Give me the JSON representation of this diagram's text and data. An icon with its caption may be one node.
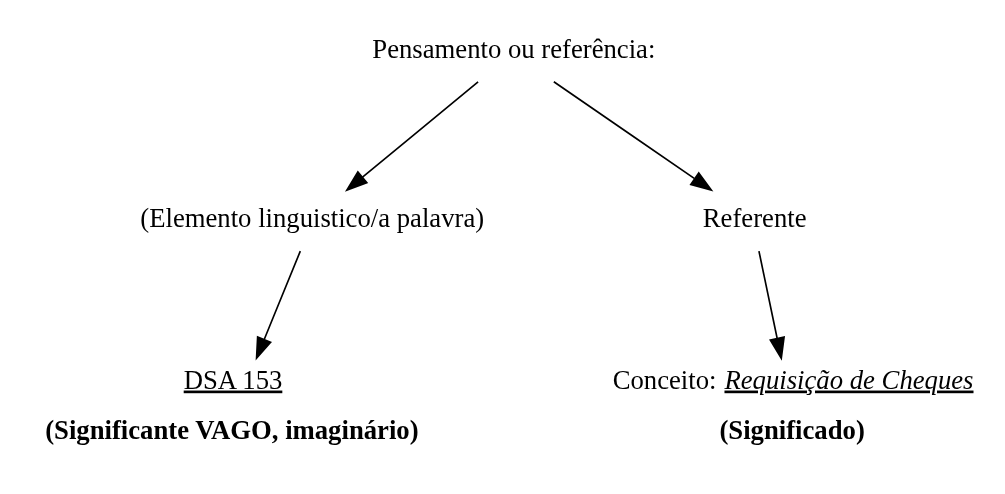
{
  "diagram": {
    "nodes": [
      {
        "text": [
          "Pensamento ou referência:"
        ]
      },
      {
        "text": [
          "(Elemento linguistico/a palavra)"
        ]
      },
      {
        "text": [
          "Referente"
        ]
      },
      {
        "text": [
          "DSA 153"
        ],
        "beside": [
          "(Significante VAGO, imaginário)"
        ]
      },
      {
        "text": [
          "Conceito: *Requisição de Cheques*"
        ],
        "beside": [
          "(Significado)"
        ]
      }
    ],
    "edges": [
      {
        "from": 0,
        "to": 1,
        "arrow": "to"
      },
      {
        "from": 0,
        "to": 2,
        "arrow": "to"
      },
      {
        "from": 1,
        "to": 3,
        "arrow": "to"
      },
      {
        "from": 2,
        "to": 4,
        "arrow": "to"
      }
    ]
  }
}
